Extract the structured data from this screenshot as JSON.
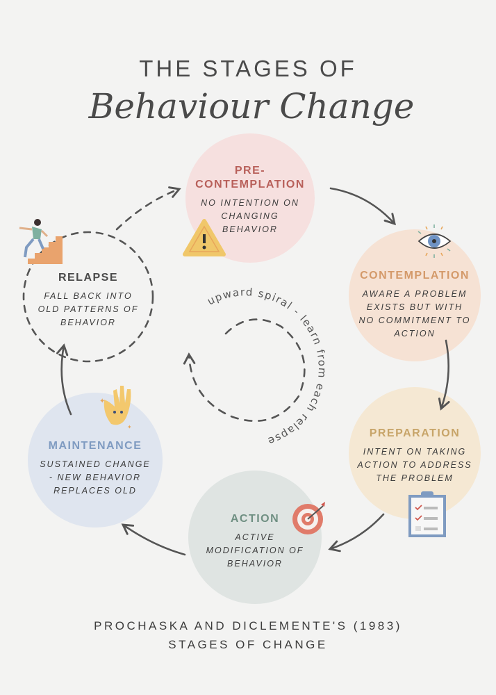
{
  "title": {
    "line1": "THE STAGES OF",
    "line2": "Behaviour Change"
  },
  "stages": [
    {
      "id": "pre-contemplation",
      "title_lines": [
        "PRE-",
        "CONTEMPLATION"
      ],
      "desc_lines": [
        "NO INTENTION ON",
        "CHANGING",
        "BEHAVIOR"
      ],
      "icon": "warning-icon",
      "fill": "#f6e0df",
      "title_color": "#b8605a"
    },
    {
      "id": "contemplation",
      "title_lines": [
        "CONTEMPLATION"
      ],
      "desc_lines": [
        "AWARE A PROBLEM",
        "EXISTS BUT WITH",
        "NO COMMITMENT TO",
        "ACTION"
      ],
      "icon": "eye-icon",
      "fill": "#f6e2d4",
      "title_color": "#d49a6a"
    },
    {
      "id": "preparation",
      "title_lines": [
        "PREPARATION"
      ],
      "desc_lines": [
        "INTENT ON TAKING",
        "ACTION TO ADDRESS",
        "THE PROBLEM"
      ],
      "icon": "clipboard-icon",
      "fill": "#f5e8d3",
      "title_color": "#c7a468"
    },
    {
      "id": "action",
      "title_lines": [
        "ACTION"
      ],
      "desc_lines": [
        "ACTIVE",
        "MODIFICATION OF",
        "BEHAVIOR"
      ],
      "icon": "target-icon",
      "fill": "#dfe4e2",
      "title_color": "#6f8f82"
    },
    {
      "id": "maintenance",
      "title_lines": [
        "MAINTENANCE"
      ],
      "desc_lines": [
        "SUSTAINED CHANGE",
        "- NEW BEHAVIOR",
        "REPLACES OLD"
      ],
      "icon": "ok-hand-icon",
      "fill": "#dfe5ef",
      "title_color": "#7f9bc1"
    },
    {
      "id": "relapse",
      "title_lines": [
        "RELAPSE"
      ],
      "desc_lines": [
        "FALL BACK INTO",
        "OLD PATTERNS OF",
        "BEHAVIOR"
      ],
      "icon": "climbing-stairs-icon",
      "fill": "none",
      "title_color": "#4a4a4a"
    }
  ],
  "spiral_text": "upward spiral - learn from each relapse",
  "footer": {
    "line1": "PROCHASKA AND DICLEMENTE'S (1983)",
    "line2": "STAGES OF CHANGE"
  }
}
